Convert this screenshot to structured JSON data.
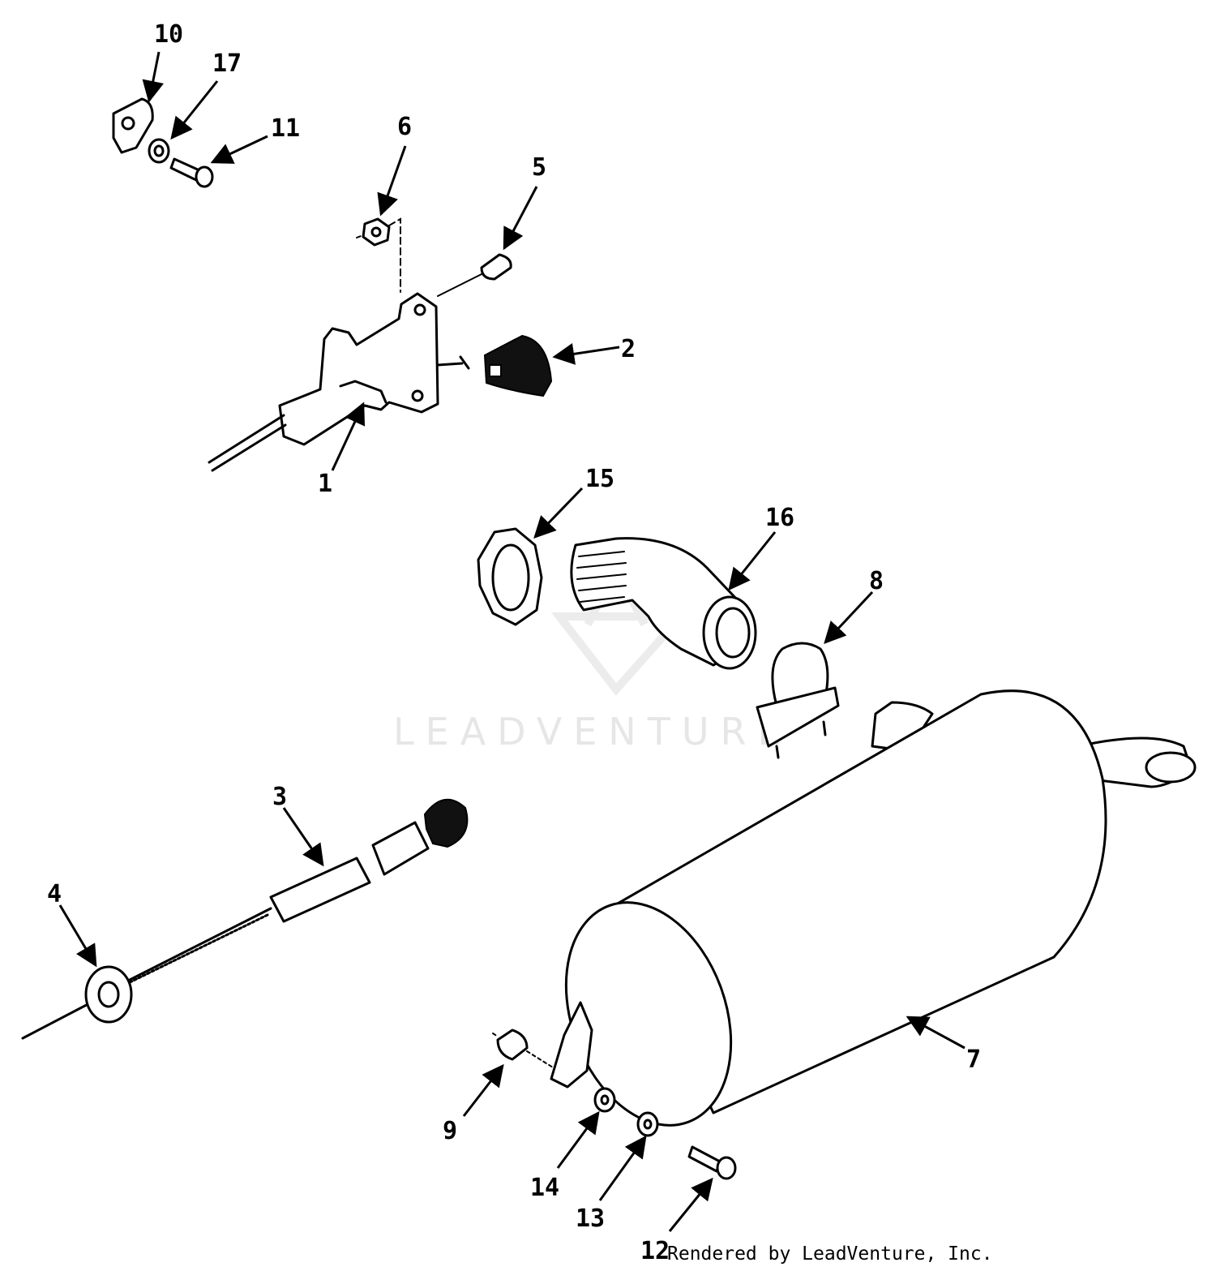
{
  "watermark": {
    "text": "LEADVENTURE"
  },
  "credit": "Rendered by LeadVenture, Inc.",
  "callouts": [
    {
      "id": "10",
      "label": "10"
    },
    {
      "id": "17",
      "label": "17"
    },
    {
      "id": "11",
      "label": "11"
    },
    {
      "id": "6",
      "label": "6"
    },
    {
      "id": "5",
      "label": "5"
    },
    {
      "id": "2",
      "label": "2"
    },
    {
      "id": "1",
      "label": "1"
    },
    {
      "id": "15",
      "label": "15"
    },
    {
      "id": "16",
      "label": "16"
    },
    {
      "id": "8",
      "label": "8"
    },
    {
      "id": "3",
      "label": "3"
    },
    {
      "id": "4",
      "label": "4"
    },
    {
      "id": "7",
      "label": "7"
    },
    {
      "id": "9",
      "label": "9"
    },
    {
      "id": "14",
      "label": "14"
    },
    {
      "id": "13",
      "label": "13"
    },
    {
      "id": "12",
      "label": "12"
    }
  ]
}
